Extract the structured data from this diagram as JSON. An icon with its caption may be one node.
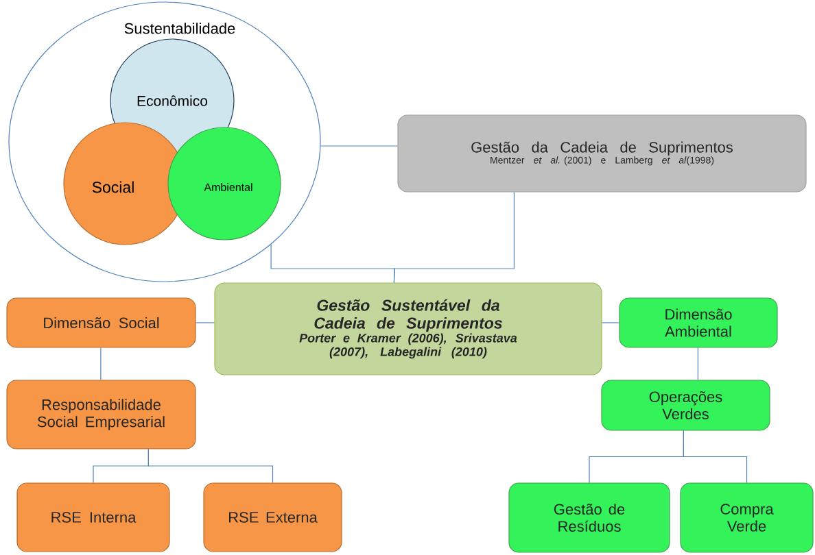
{
  "diagram": {
    "nodes": [
      {
        "text": [
          "Sustentabilidade"
        ]
      },
      {
        "text": [
          "Econômico"
        ],
        "in": 0
      },
      {
        "text": [
          "Social"
        ],
        "in": 0
      },
      {
        "text": [
          "Ambiental"
        ],
        "in": 0
      },
      {
        "text": [
          "Gestão da Cadeia de Suprimentos",
          "Mentzer *et al.* (2001) e Lamberg *et al*(1998)"
        ]
      },
      {
        "text": [
          "Gestão Sustentável da Cadeia de Suprimentos",
          "Porter e Kramer (2006), Srivastava (2007), Labegalini (2010)"
        ]
      },
      {
        "text": [
          "Dimensão Social"
        ]
      },
      {
        "text": [
          "Dimensão Ambiental"
        ]
      },
      {
        "text": [
          "Responsabilidade Social Empresarial"
        ]
      },
      {
        "text": [
          "Operações Verdes"
        ]
      },
      {
        "text": [
          "RSE Interna"
        ]
      },
      {
        "text": [
          "RSE Externa"
        ]
      },
      {
        "text": [
          "Gestão de Resíduos"
        ]
      },
      {
        "text": [
          "Compra Verde"
        ]
      }
    ],
    "edges": [
      {
        "from": 0,
        "to": 4,
        "arrow": "none"
      },
      {
        "from": 0,
        "to": 5,
        "arrow": "none"
      },
      {
        "from": 4,
        "to": 5,
        "arrow": "none"
      },
      {
        "from": 5,
        "to": 6,
        "arrow": "none"
      },
      {
        "from": 5,
        "to": 7,
        "arrow": "none"
      },
      {
        "from": 6,
        "to": 8,
        "arrow": "none"
      },
      {
        "from": 7,
        "to": 9,
        "arrow": "none"
      },
      {
        "from": 8,
        "to": 10,
        "arrow": "none"
      },
      {
        "from": 8,
        "to": 11,
        "arrow": "none"
      },
      {
        "from": 9,
        "to": 12,
        "arrow": "none"
      },
      {
        "from": 9,
        "to": 13,
        "arrow": "none"
      }
    ]
  }
}
